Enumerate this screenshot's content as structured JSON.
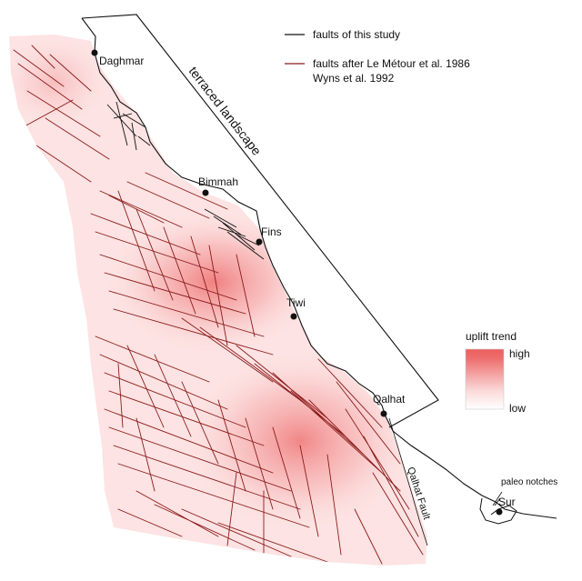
{
  "places": [
    {
      "id": "daghmar",
      "label": "Daghmar"
    },
    {
      "id": "bimmah",
      "label": "Bimmah"
    },
    {
      "id": "fins",
      "label": "Fins"
    },
    {
      "id": "tiwi",
      "label": "Tiwi"
    },
    {
      "id": "qalhat",
      "label": "Qalhat"
    },
    {
      "id": "sur",
      "label": "Sur"
    }
  ],
  "labels": {
    "terraced_landscape": "terraced landscape",
    "qalhat_fault": "Qalhat Fault",
    "paleo_notches": "paleo notches"
  },
  "legend": {
    "faults_this_study": "faults of this study",
    "faults_after_line1": "faults after Le Métour et al. 1986",
    "faults_after_line2": "Wyns et al. 1992",
    "uplift_title": "uplift trend",
    "uplift_high": "high",
    "uplift_low": "low"
  },
  "colors": {
    "fault_this_study": "#111111",
    "fault_after": "#8b1a1a",
    "uplift_high": "#ec5f5f",
    "uplift_low": "#ffffff",
    "region_fill": "#fde3e3"
  }
}
